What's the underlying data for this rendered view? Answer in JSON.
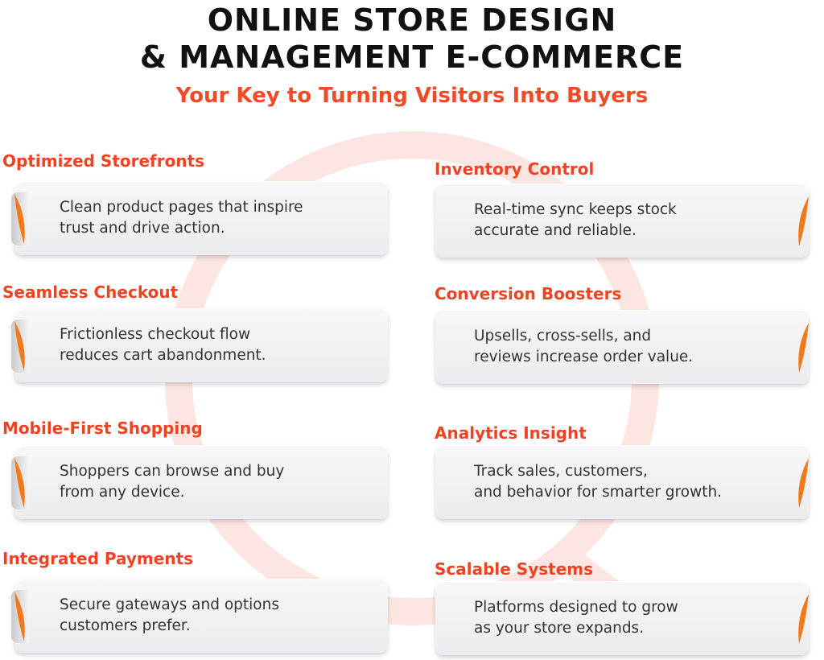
{
  "header": {
    "title_line1": "ONLINE STORE DESIGN",
    "title_line2": "& MANAGEMENT E-COMMERCE",
    "subtitle": "Your Key to Turning Visitors Into Buyers"
  },
  "colors": {
    "accent": "#ee4322",
    "curl": "#f07a1a",
    "text": "#333333"
  },
  "left": [
    {
      "heading": "Optimized Storefronts",
      "line1": "Clean product pages that inspire",
      "line2": "trust and drive action."
    },
    {
      "heading": "Seamless Checkout",
      "line1": "Frictionless checkout flow",
      "line2": "reduces cart abandonment."
    },
    {
      "heading": "Mobile-First Shopping",
      "line1": "Shoppers can browse and buy",
      "line2": "from any device."
    },
    {
      "heading": "Integrated Payments",
      "line1": "Secure gateways and options",
      "line2": "customers prefer."
    }
  ],
  "right": [
    {
      "heading": "Inventory Control",
      "line1": "Real-time sync keeps stock",
      "line2": "accurate and reliable."
    },
    {
      "heading": "Conversion Boosters",
      "line1": "Upsells, cross-sells, and",
      "line2": "reviews increase order value."
    },
    {
      "heading": "Analytics Insight",
      "line1": "Track sales, customers,",
      "line2": "and behavior for smarter growth."
    },
    {
      "heading": "Scalable Systems",
      "line1": "Platforms designed to grow",
      "line2": "as your store expands."
    }
  ]
}
